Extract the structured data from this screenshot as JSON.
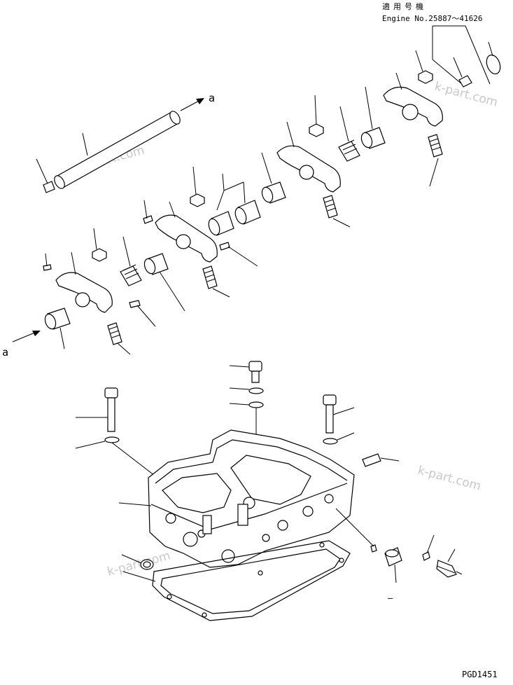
{
  "header": {
    "jp_label": "適用号機",
    "engine_range": "Engine No.25887～41626"
  },
  "arrow_label_top": "a",
  "arrow_label_left": "a",
  "dash_label": "–",
  "drawing_code": "PGD1451",
  "watermark": "k-part.com"
}
